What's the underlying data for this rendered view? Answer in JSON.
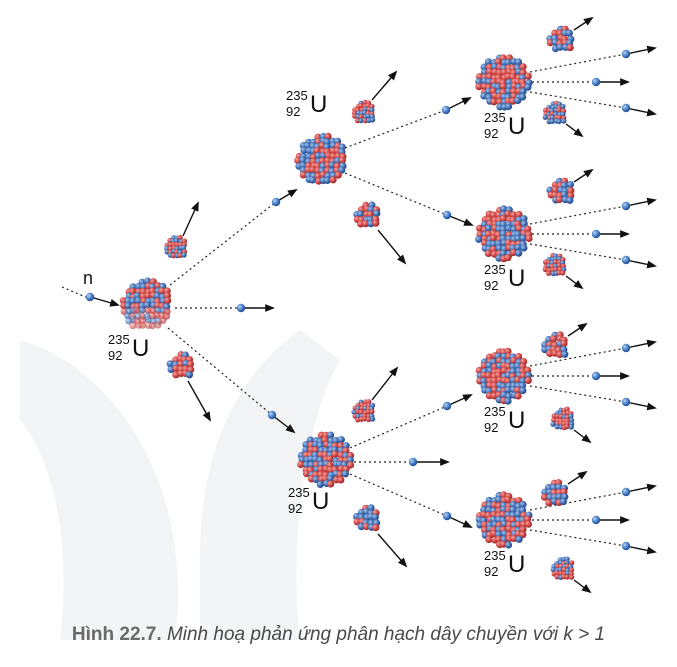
{
  "neutron_label": "n",
  "isotope": {
    "mass": "235",
    "atomic": "92",
    "symbol": "U"
  },
  "caption": {
    "label": "Hình 22.7.",
    "text": "Minh hoạ phản ứng phân hạch dây chuyền với k > 1"
  },
  "colors": {
    "proton": "#d04545",
    "neutron_ball": "#3f6fb6",
    "neutron_particle": "#3f78c4",
    "arrow": "#111111",
    "watermark": "#eef0f1",
    "caption_label": "#6a6a6a"
  },
  "generations": 3,
  "fission_neutrons": 3
}
